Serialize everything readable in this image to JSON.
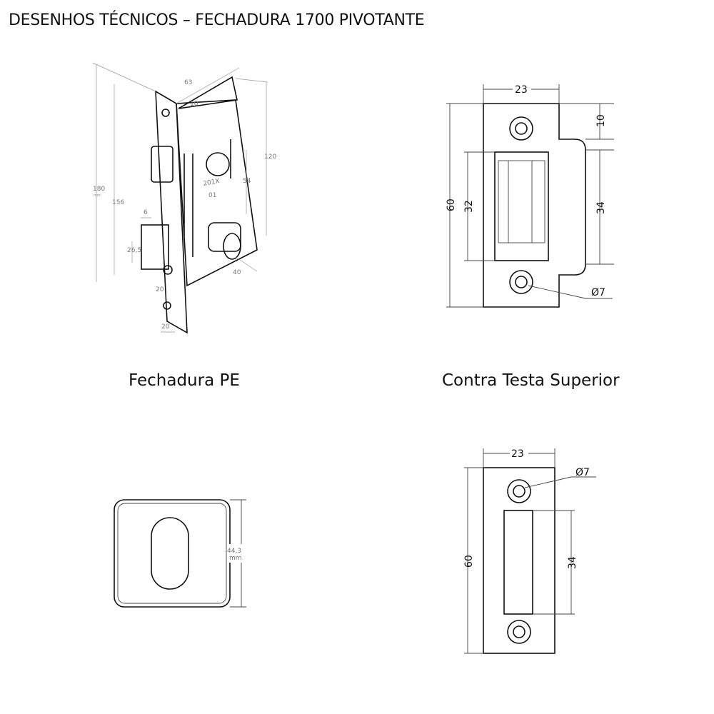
{
  "title": "DESENHOS TÉCNICOS – FECHADURA 1700 PIVOTANTE",
  "drawings": {
    "fechadura": {
      "caption": "Fechadura PE",
      "unit": "mm",
      "dims": {
        "width": "63",
        "backset_top": "10",
        "height_body": "120",
        "center": "54",
        "depth": "40",
        "total_height": "180",
        "hole_spacing": "156",
        "latch_proj": "6",
        "latch_height": "26,5",
        "faceplate_offset": "20",
        "faceplate_width": "20"
      },
      "markings": {
        "model": "201X",
        "code": "01"
      }
    },
    "contra_testa_superior": {
      "caption": "Contra Testa Superior",
      "dims": {
        "width": "23",
        "top": "10",
        "right": "34",
        "inner": "32",
        "height": "60",
        "hole": "Ø7"
      }
    },
    "espelho": {
      "dims": {
        "height": "44,3",
        "unit": "mm"
      }
    },
    "contra_testa_inferior": {
      "dims": {
        "width": "23",
        "hole": "Ø7",
        "height": "60",
        "slot": "34"
      }
    }
  }
}
